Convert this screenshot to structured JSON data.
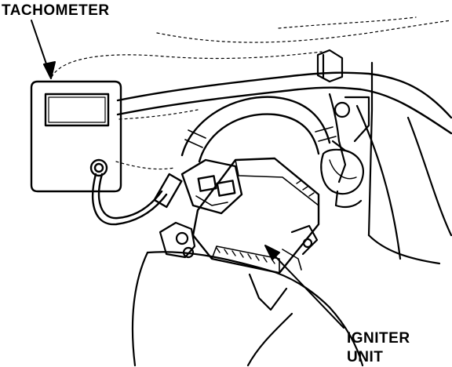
{
  "labels": {
    "tachometer": "TACHOMETER",
    "igniter_line1": "IGNITER",
    "igniter_line2": "UNIT"
  },
  "colors": {
    "ink": "#000000",
    "paper": "#ffffff"
  }
}
